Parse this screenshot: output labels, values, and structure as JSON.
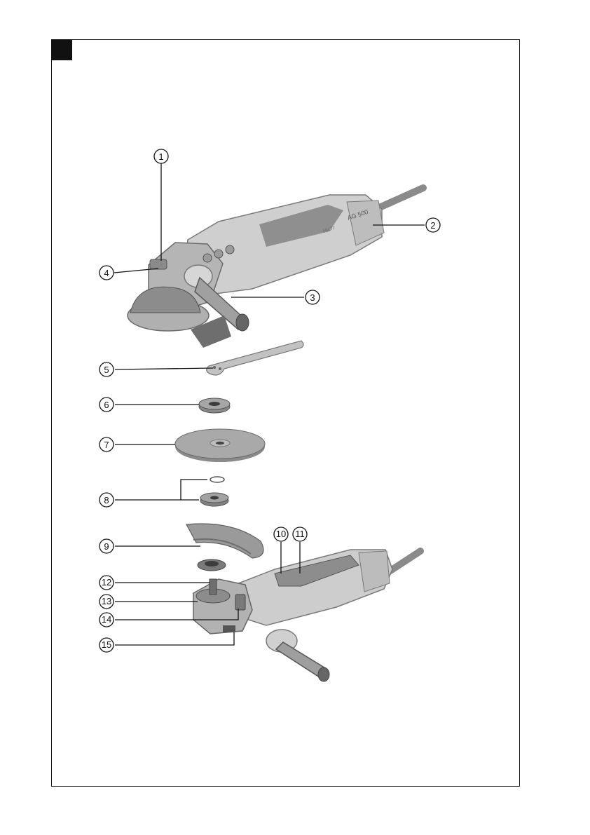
{
  "page": {
    "figure_tag": "",
    "colors": {
      "frame": "#1a1a1a",
      "body_light": "#cfcfcf",
      "body_mid": "#a9a9a9",
      "body_dark": "#6b6b6b",
      "leader": "#111111"
    }
  },
  "callouts": {
    "c1": "1",
    "c2": "2",
    "c3": "3",
    "c4": "4",
    "c5": "5",
    "c6": "6",
    "c7": "7",
    "c8": "8",
    "c9": "9",
    "c10": "10",
    "c11": "11",
    "c12": "12",
    "c13": "13",
    "c14": "14",
    "c15": "15"
  },
  "tool_branding": {
    "model_mark": "AG 500",
    "brand_mark": "HILTI"
  }
}
